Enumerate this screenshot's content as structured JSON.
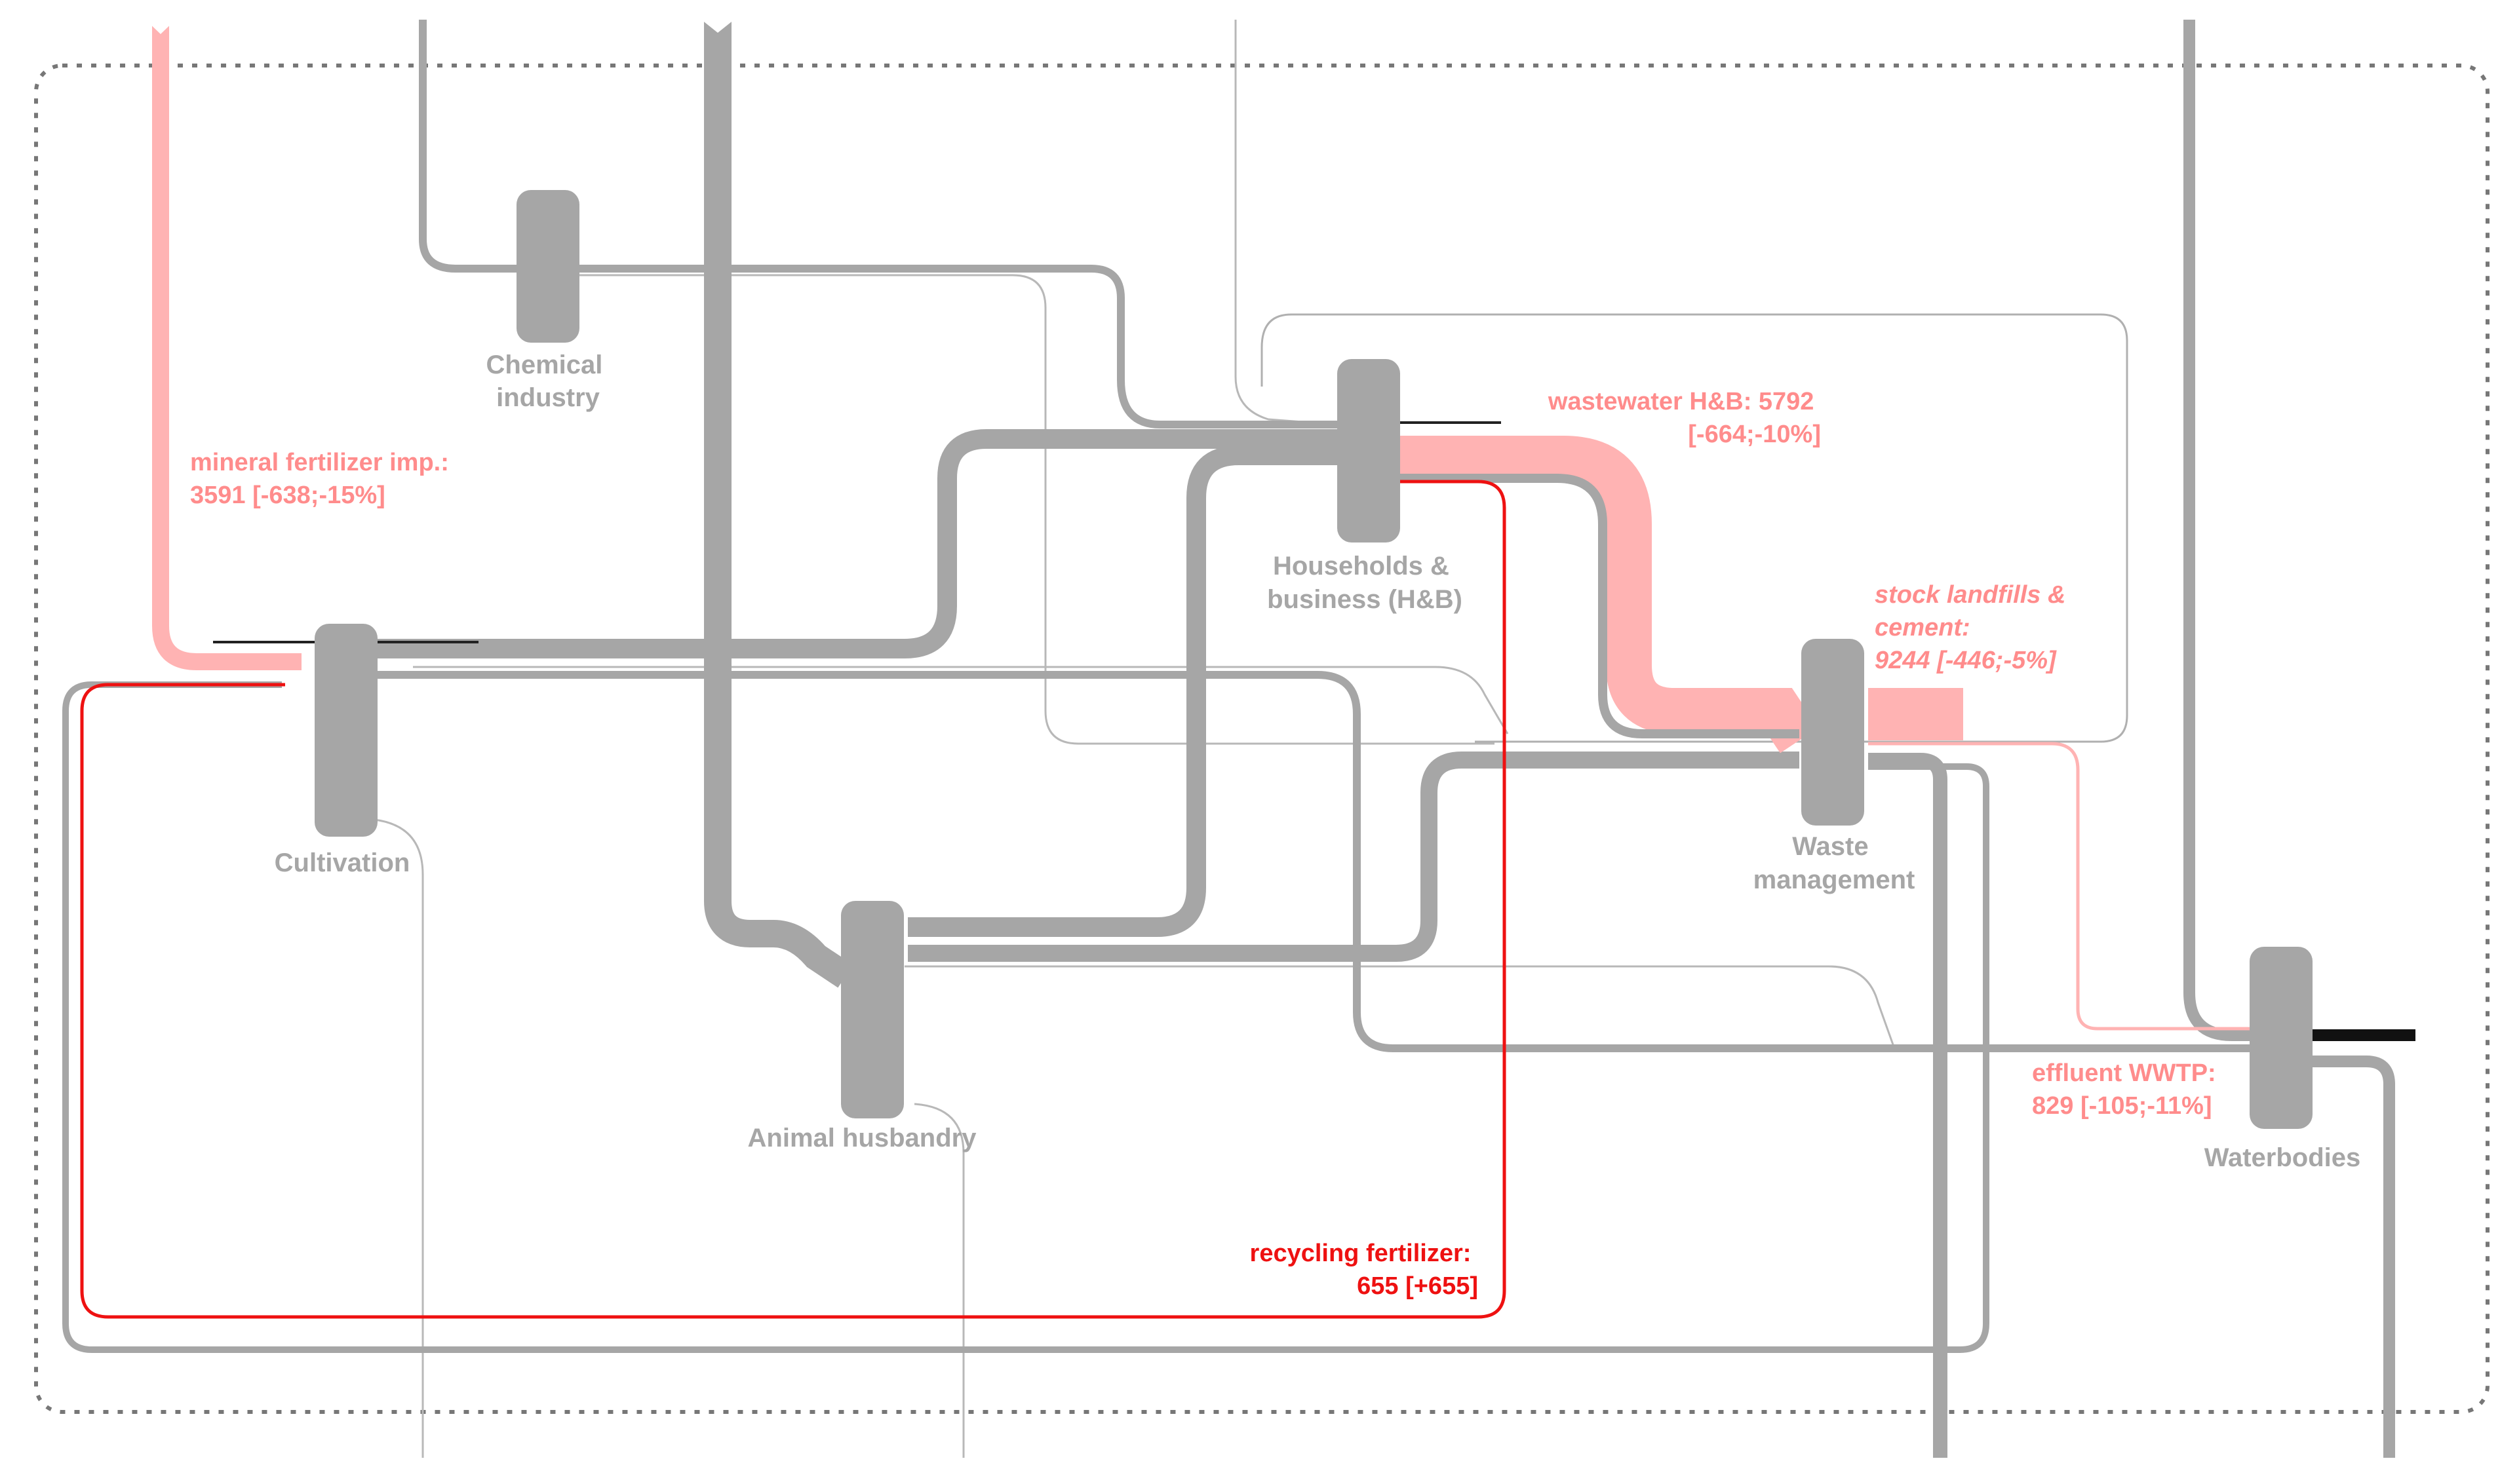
{
  "nodes": {
    "chemical_industry": [
      "Chemical",
      "industry"
    ],
    "households": [
      "Households &",
      "business (H&B)"
    ],
    "cultivation": [
      "Cultivation"
    ],
    "waste_management": [
      "Waste",
      "management"
    ],
    "animal_husbandry": [
      "Animal husbandry"
    ],
    "waterbodies": [
      "Waterbodies"
    ]
  },
  "flows": {
    "mineral_fertilizer": [
      "mineral fertilizer imp.:",
      "3591 [-638;-15%]"
    ],
    "wastewater": [
      "wastewater H&B: 5792",
      "[-664;-10%]"
    ],
    "stock_landfills": [
      "stock landfills &",
      "cement:",
      "9244 [-446;-5%]"
    ],
    "effluent": [
      "effluent WWTP:",
      "829 [-105;-11%]"
    ],
    "recycling_fertilizer": [
      "recycling fertilizer:",
      "655 [+655]"
    ]
  },
  "colors": {
    "flow_grey": "#a6a6a6",
    "node_grey": "#a6a6a6",
    "highlight_pink": "#ffb3b3",
    "highlight_red": "#ee1111",
    "label_pink": "#ff8c8c",
    "boundary": "#777777"
  }
}
